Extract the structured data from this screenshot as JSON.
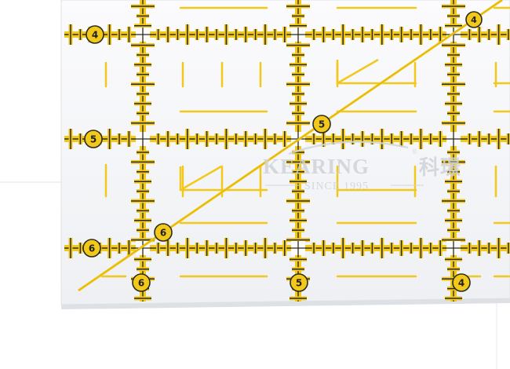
{
  "photo": {
    "subject_marks": {
      "top_right": "4",
      "left_top": "4",
      "diag_mid": "5",
      "left_mid": "5",
      "diag_low": "6",
      "left_low": "6",
      "bottom_left": "6",
      "bottom_mid": "5",
      "bottom_right": "4"
    },
    "watermark": {
      "brand": "KEARING",
      "brand_cjk": "科璟",
      "registered": "®",
      "since": "SINCE 1995"
    },
    "colors": {
      "ruler_yellow": "#f2c81b",
      "line_dark": "#2a2a1c",
      "ruler_body": "#f7f8fa",
      "background": "#ffffff",
      "watermark": "#cfd3d8"
    }
  }
}
